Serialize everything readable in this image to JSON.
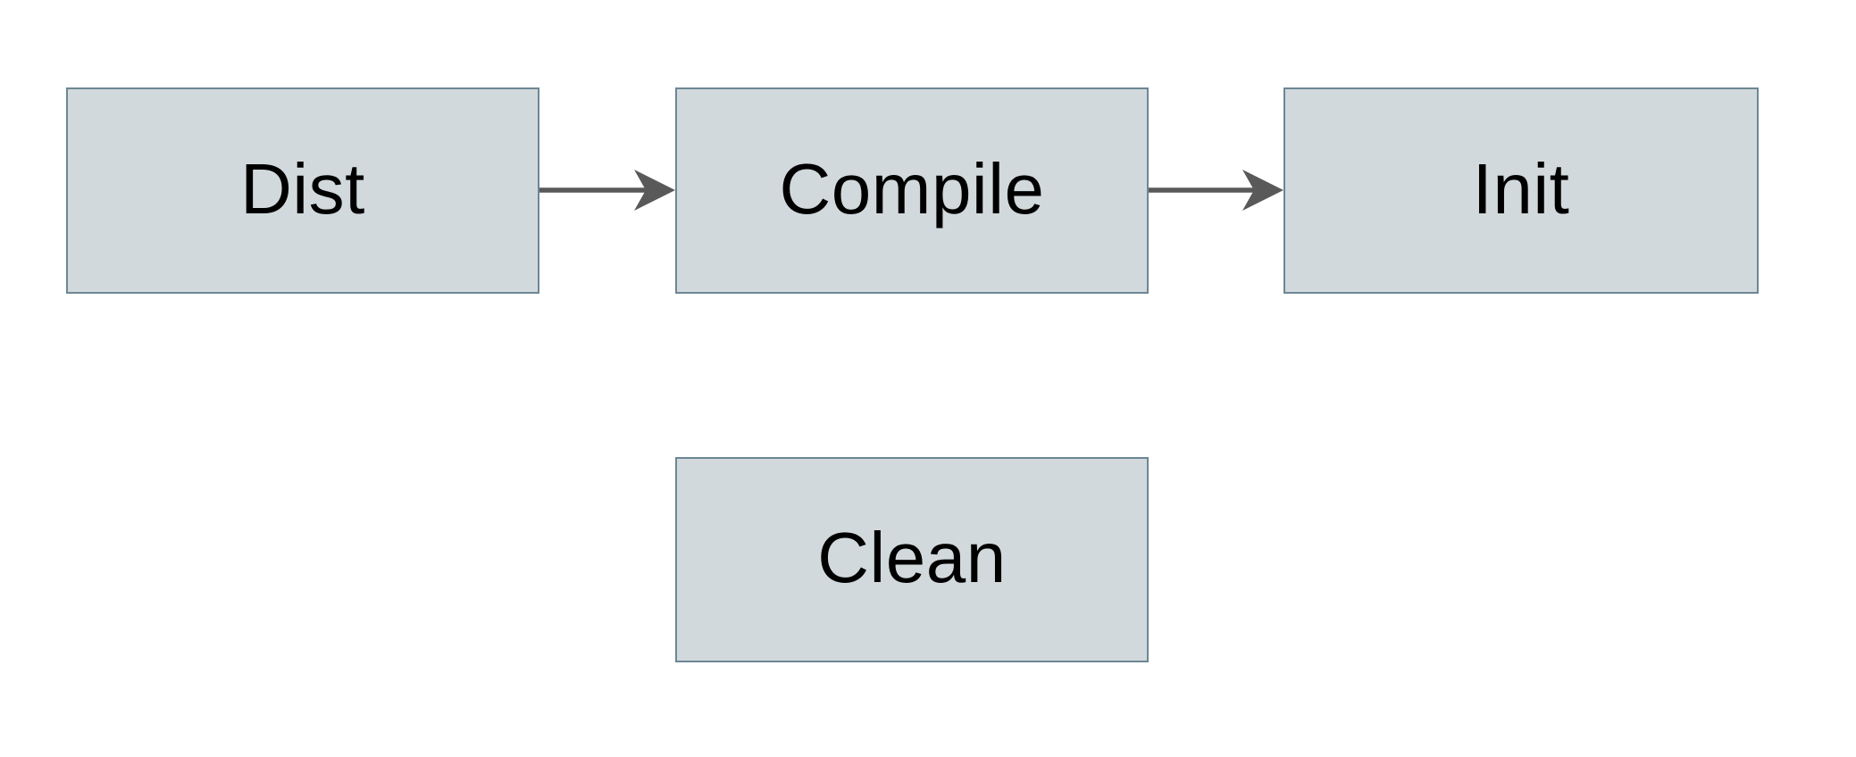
{
  "app": {
    "description": "Task dependency flowchart",
    "background_color": "#ffffff"
  },
  "diagram": {
    "nodes": [
      {
        "id": "dist",
        "label": "Dist"
      },
      {
        "id": "compile",
        "label": "Compile"
      },
      {
        "id": "init",
        "label": "Init"
      },
      {
        "id": "clean",
        "label": "Clean"
      }
    ],
    "edges": [
      {
        "from": "dist",
        "to": "compile",
        "direction": "right"
      },
      {
        "from": "compile",
        "to": "init",
        "direction": "right"
      }
    ],
    "colors": {
      "node_fill": "#d2d9dc",
      "node_border": "#6d8794",
      "arrow": "#595959",
      "label_text": "#000000"
    }
  }
}
